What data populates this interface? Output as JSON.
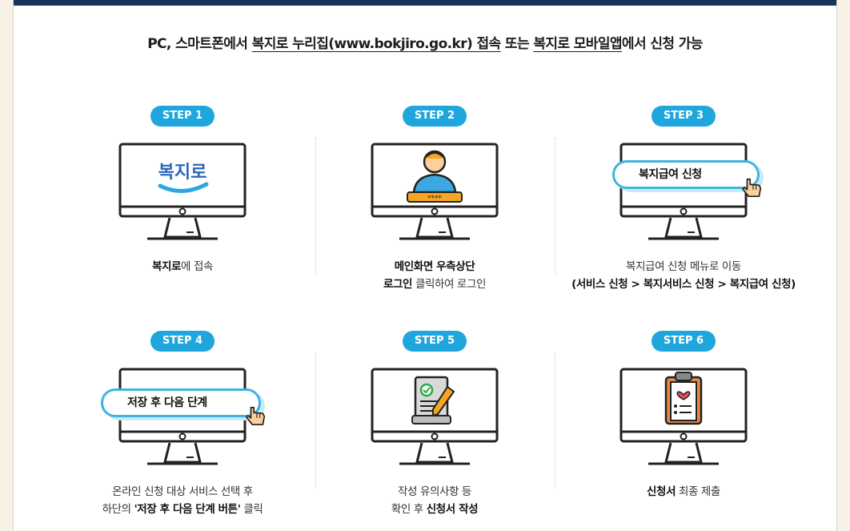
{
  "headline": {
    "prefix": "PC, 스마트폰에서 ",
    "site_link": "복지로 누리집(www.bokjiro.go.kr) 접속",
    "middle": " 또는 ",
    "app_link": "복지로 모바일앱",
    "suffix": "에서 신청 가능"
  },
  "steps": [
    {
      "badge": "STEP 1",
      "logo_text": "복지로",
      "caption_bold": "복지로",
      "caption_rest": "에 접속"
    },
    {
      "badge": "STEP 2",
      "login_mask": "****",
      "line1": "메인화면 우측상단",
      "line2_bold": "로그인",
      "line2_rest": " 클릭하여 로그인"
    },
    {
      "badge": "STEP 3",
      "pill_label": "복지급여 신청",
      "line1": "복지급여 신청 메뉴로 이동",
      "line2": "(서비스 신청 > 복지서비스 신청 > 복지급여 신청)"
    },
    {
      "badge": "STEP 4",
      "pill_label": "저장 후 다음 단계",
      "line1": "온라인 신청 대상 서비스 선택 후",
      "line2_pre": "하단의 ",
      "line2_bold": "'저장 후 다음 단계 버튼'",
      "line2_post": " 클릭"
    },
    {
      "badge": "STEP 5",
      "line1": "작성 유의사항 등",
      "line2_pre": "확인 후 ",
      "line2_bold": "신청서 작성"
    },
    {
      "badge": "STEP 6",
      "caption_bold": "신청서",
      "caption_rest": " 최종 제출"
    }
  ],
  "colors": {
    "accent": "#1fa6dc",
    "top_bar": "#16335c",
    "pill_border": "#3fb4e3",
    "background": "#f8f1e6"
  },
  "icons": [
    "monitor-icon",
    "user-login-icon",
    "pointing-hand-icon",
    "document-pen-icon",
    "clipboard-heart-icon"
  ]
}
